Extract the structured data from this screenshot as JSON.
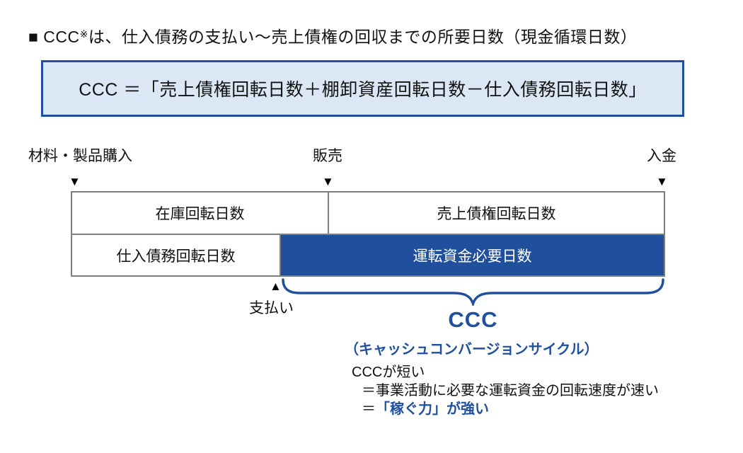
{
  "colors": {
    "brand_blue": "#1f4f9d",
    "formula_bg": "#dbe7f5",
    "bar_border_gray": "#7f7f7f",
    "text_black": "#111111",
    "cell_text_white": "#ffffff"
  },
  "title": {
    "bullet": "■",
    "text_before_sup": " CCC",
    "sup": "※",
    "text_after_sup": "は、仕入債務の支払い～売上債権の回収までの所要日数（現金循環日数）"
  },
  "formula_box": {
    "text": "CCC ＝「売上債権回転日数＋棚卸資産回転日数－仕入債務回転日数」"
  },
  "icons": {
    "down_triangle": "▼",
    "up_triangle": "▲"
  },
  "timeline": {
    "markers": [
      {
        "label": "材料・製品購入"
      },
      {
        "label": "販売"
      },
      {
        "label": "入金"
      }
    ],
    "row1": {
      "cells": [
        {
          "label": "在庫回転日数"
        },
        {
          "label": "売上債権回転日数"
        }
      ]
    },
    "row2": {
      "cells": [
        {
          "label": "仕入債務回転日数"
        },
        {
          "label": "運転資金必要日数"
        }
      ]
    },
    "payment_marker": {
      "label": "支払い"
    }
  },
  "ccc_annotation": {
    "heading": "CCC",
    "subheading": "（キャッシュコンバージョンサイクル）",
    "line1": "CCCが短い",
    "line2": "＝事業活動に必要な運転資金の回転速度が速い",
    "line3_prefix": "＝",
    "line3_highlight": "「稼ぐ力」が強い"
  }
}
